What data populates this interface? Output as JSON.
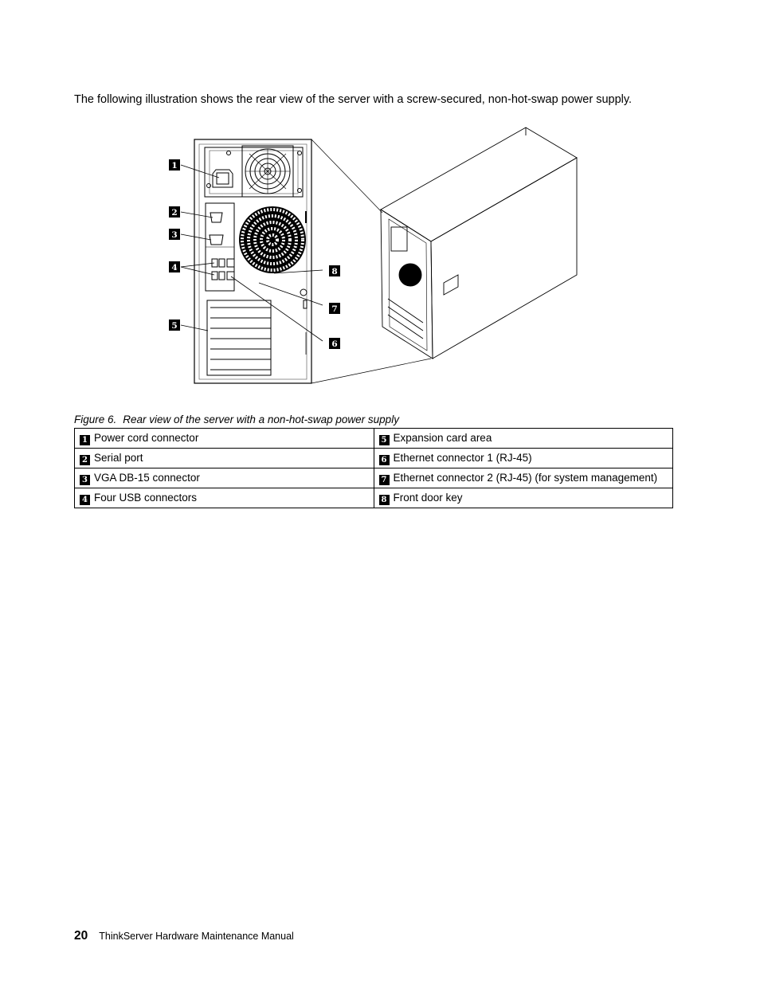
{
  "intro_text": "The following illustration shows the rear view of the server with a screw-secured, non-hot-swap power supply.",
  "figure": {
    "callouts": [
      "1",
      "2",
      "3",
      "4",
      "5",
      "6",
      "7",
      "8"
    ]
  },
  "caption": {
    "label": "Figure 6.",
    "text": "Rear view of the server with a non-hot-swap power supply"
  },
  "legend": [
    [
      {
        "num": "1",
        "text": "Power cord connector"
      },
      {
        "num": "5",
        "text": "Expansion card area"
      }
    ],
    [
      {
        "num": "2",
        "text": "Serial port"
      },
      {
        "num": "6",
        "text": "Ethernet connector 1 (RJ-45)"
      }
    ],
    [
      {
        "num": "3",
        "text": "VGA DB-15 connector"
      },
      {
        "num": "7",
        "text": "Ethernet connector 2 (RJ-45) (for system management)"
      }
    ],
    [
      {
        "num": "4",
        "text": "Four USB connectors"
      },
      {
        "num": "8",
        "text": "Front door key"
      }
    ]
  ],
  "footer": {
    "page_number": "20",
    "manual_title": "ThinkServer Hardware Maintenance Manual"
  }
}
